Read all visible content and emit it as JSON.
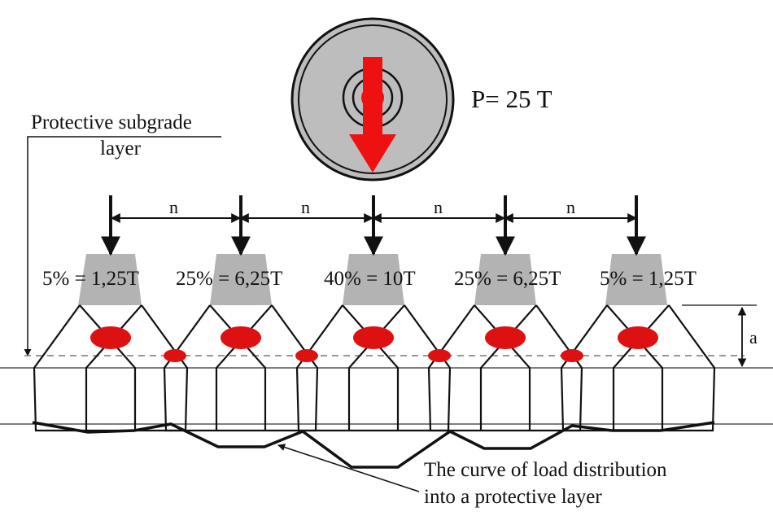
{
  "load_label": "P= 25 T",
  "layer_label": {
    "line1": "Protective subgrade",
    "line2": "layer"
  },
  "spacing_labels": [
    "n",
    "n",
    "n",
    "n"
  ],
  "sleeper_loads": [
    "5% = 1,25T",
    "25% = 6,25T",
    "40% = 10T",
    "25% = 6,25T",
    "5% = 1,25T"
  ],
  "depth_label": "a",
  "curve_label": {
    "line1": "The curve of load distribution",
    "line2": "into a protective layer"
  },
  "colors": {
    "arrow": "#ee1111",
    "ellipse": "#dd1111",
    "wheel_fill": "#bdbdbd",
    "sleeper": "#b3b3b3",
    "line": "#111111"
  }
}
